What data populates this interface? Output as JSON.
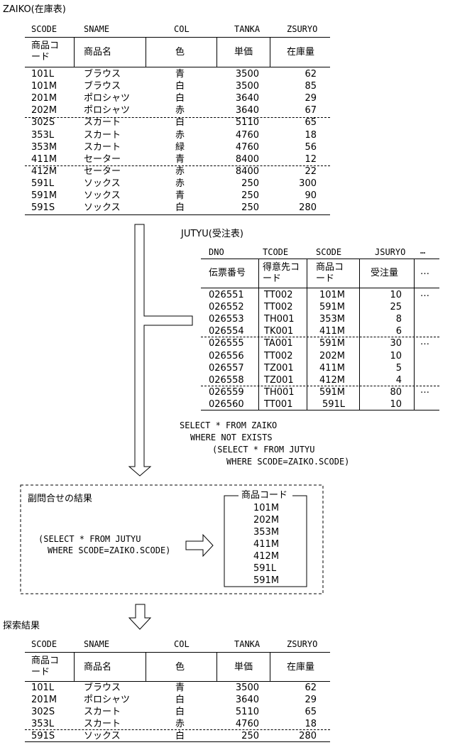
{
  "zaiko": {
    "title": "ZAIKO(在庫表)",
    "col_keys": [
      "SCODE",
      "SNAME",
      "COL",
      "TANKA",
      "ZSURYO"
    ],
    "col_names": [
      "商品コード",
      "商品名",
      "色",
      "単価",
      "在庫量"
    ],
    "col_name_0_line1": "商品コ",
    "col_name_0_line2": "ード",
    "rows": [
      [
        "101L",
        "ブラウス",
        "青",
        "3500",
        "62"
      ],
      [
        "101M",
        "ブラウス",
        "白",
        "3500",
        "85"
      ],
      [
        "201M",
        "ポロシャツ",
        "白",
        "3640",
        "29"
      ],
      [
        "202M",
        "ポロシャツ",
        "赤",
        "3640",
        "67"
      ],
      [
        "302S",
        "スカート",
        "白",
        "5110",
        "65"
      ],
      [
        "353L",
        "スカート",
        "赤",
        "4760",
        "18"
      ],
      [
        "353M",
        "スカート",
        "緑",
        "4760",
        "56"
      ],
      [
        "411M",
        "セーター",
        "青",
        "8400",
        "12"
      ],
      [
        "412M",
        "セーター",
        "赤",
        "8400",
        "22"
      ],
      [
        "591L",
        "ソックス",
        "赤",
        "250",
        "300"
      ],
      [
        "591M",
        "ソックス",
        "青",
        "250",
        "90"
      ],
      [
        "591S",
        "ソックス",
        "白",
        "250",
        "280"
      ]
    ]
  },
  "jutyu": {
    "title": "JUTYU(受注表)",
    "col_keys": [
      "DNO",
      "TCODE",
      "SCODE",
      "JSURYO",
      "…"
    ],
    "col_name_0": "伝票番号",
    "col_name_1_line1": "得意先コ",
    "col_name_1_line2": "ード",
    "col_name_2_line1": "商品コ",
    "col_name_2_line2": "ード",
    "col_name_3": "受注量",
    "col_name_4": "…",
    "ellipsis": "…",
    "rows": [
      [
        "026551",
        "TT002",
        "101M",
        "10"
      ],
      [
        "026552",
        "TT002",
        "591M",
        "25"
      ],
      [
        "026553",
        "TH001",
        "353M",
        "8"
      ],
      [
        "026554",
        "TK001",
        "411M",
        "6"
      ],
      [
        "026555",
        "TA001",
        "591M",
        "30"
      ],
      [
        "026556",
        "TT002",
        "202M",
        "10"
      ],
      [
        "026557",
        "TZ001",
        "411M",
        "5"
      ],
      [
        "026558",
        "TZ001",
        "412M",
        "4"
      ],
      [
        "026559",
        "TH001",
        "591M",
        "80"
      ],
      [
        "026560",
        "TT001",
        "591L",
        "10"
      ]
    ]
  },
  "query": {
    "line1": "SELECT * FROM ZAIKO",
    "line2": "WHERE NOT EXISTS",
    "line3": "(SELECT * FROM JUTYU",
    "line4": "WHERE SCODE=ZAIKO.SCODE)"
  },
  "subquery": {
    "title": "副問合せの結果",
    "line1": "(SELECT * FROM JUTYU",
    "line2": "WHERE SCODE=ZAIKO.SCODE)",
    "result_label": "商品コード",
    "result_values": [
      "101M",
      "202M",
      "353M",
      "411M",
      "412M",
      "591L",
      "591M"
    ]
  },
  "result": {
    "title": "探索結果",
    "col_keys": [
      "SCODE",
      "SNAME",
      "COL",
      "TANKA",
      "ZSURYO"
    ],
    "col_name_0_line1": "商品コ",
    "col_name_0_line2": "ード",
    "col_names": [
      "商品コード",
      "商品名",
      "色",
      "単価",
      "在庫量"
    ],
    "rows": [
      [
        "101L",
        "ブラウス",
        "青",
        "3500",
        "62"
      ],
      [
        "201M",
        "ポロシャツ",
        "白",
        "3640",
        "29"
      ],
      [
        "302S",
        "スカート",
        "白",
        "5110",
        "65"
      ],
      [
        "353L",
        "スカート",
        "赤",
        "4760",
        "18"
      ],
      [
        "591S",
        "ソックス",
        "白",
        "250",
        "280"
      ]
    ]
  }
}
